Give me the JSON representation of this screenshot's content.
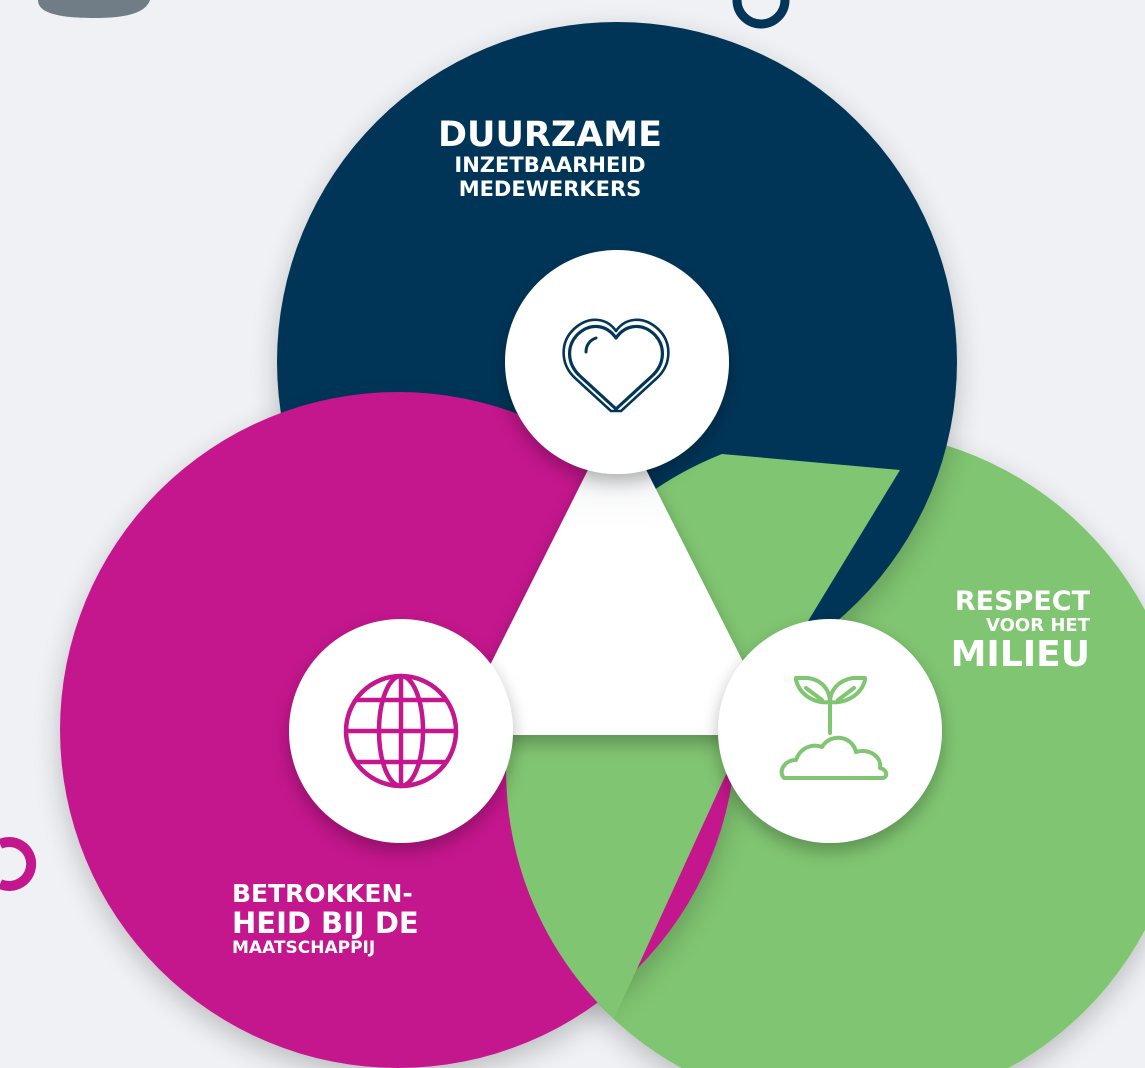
{
  "colors": {
    "background": "#eff1f4",
    "navy": "#023558",
    "magenta": "#c4178d",
    "green": "#80c571",
    "white": "#ffffff",
    "grey_deco": "#707c86"
  },
  "segments": [
    {
      "id": "duurzame",
      "color": "navy",
      "icon": "heart-icon",
      "lines": [
        "DUURZAME",
        "INZETBAARHEID",
        "MEDEWERKERS"
      ]
    },
    {
      "id": "respect",
      "color": "green",
      "icon": "sprout-icon",
      "lines": [
        "RESPECT",
        "VOOR HET",
        "MILIEU"
      ]
    },
    {
      "id": "betrokken",
      "color": "magenta",
      "icon": "globe-icon",
      "lines": [
        "BETROKKEN-",
        "HEID BIJ DE",
        "MAATSCHAPPIJ"
      ]
    }
  ]
}
